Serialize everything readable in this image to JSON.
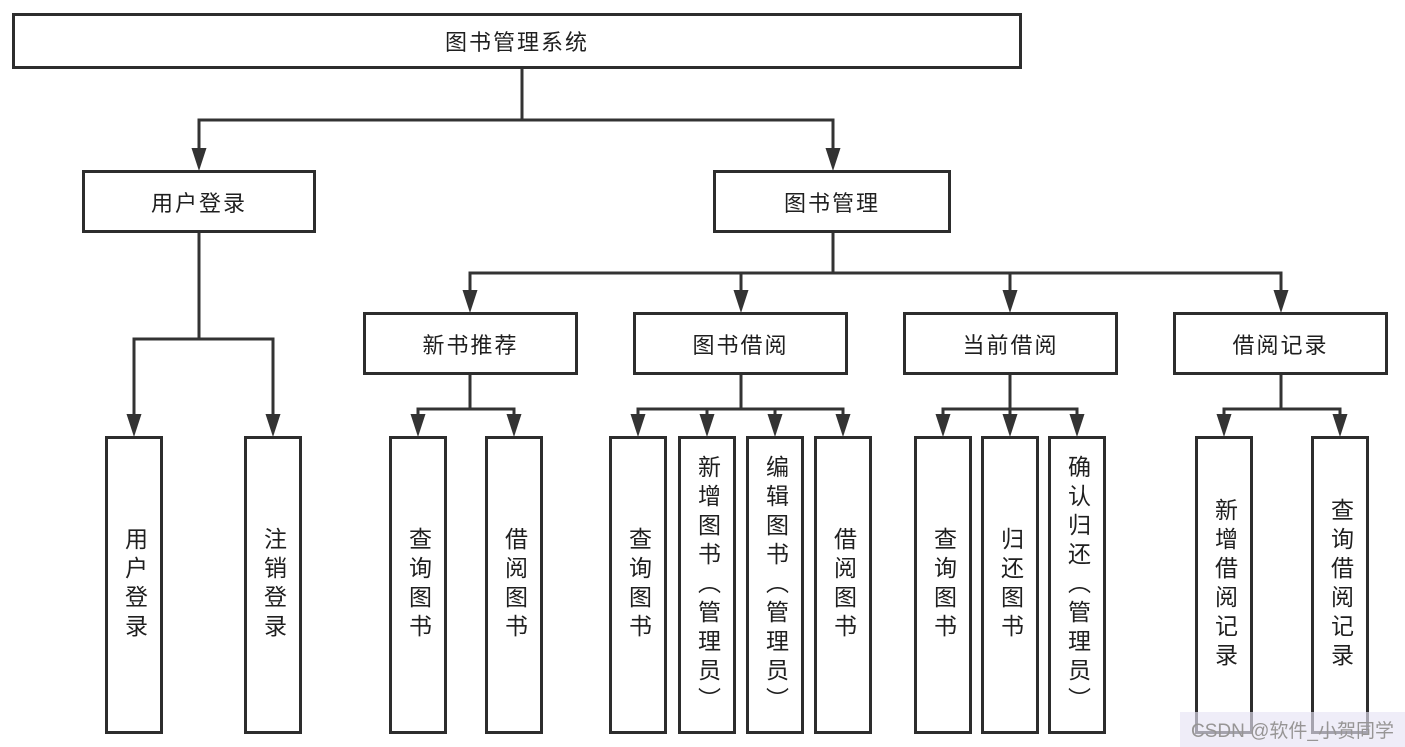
{
  "tree": {
    "root": {
      "label": "图书管理系统"
    },
    "children": [
      {
        "label": "用户登录",
        "children": [
          {
            "label": "用户登录"
          },
          {
            "label": "注销登录"
          }
        ]
      },
      {
        "label": "图书管理",
        "children": [
          {
            "label": "新书推荐",
            "children": [
              {
                "label": "查询图书"
              },
              {
                "label": "借阅图书"
              }
            ]
          },
          {
            "label": "图书借阅",
            "children": [
              {
                "label": "查询图书"
              },
              {
                "label": "新增图书（管理员）"
              },
              {
                "label": "编辑图书（管理员）"
              },
              {
                "label": "借阅图书"
              }
            ]
          },
          {
            "label": "当前借阅",
            "children": [
              {
                "label": "查询图书"
              },
              {
                "label": "归还图书"
              },
              {
                "label": "确认归还（管理员）"
              }
            ]
          },
          {
            "label": "借阅记录",
            "children": [
              {
                "label": "新增借阅记录"
              },
              {
                "label": "查询借阅记录"
              }
            ]
          }
        ]
      }
    ]
  },
  "watermark": {
    "text": "CSDN @软件_小贺同学",
    "text_color": "#979595",
    "bg_color": "#e7e3f4"
  },
  "colors": {
    "line": "#333333",
    "box_border": "#2d2d2d",
    "box_bg": "#ffffff",
    "text": "#1f1f1f",
    "page_bg": "#ffffff"
  }
}
